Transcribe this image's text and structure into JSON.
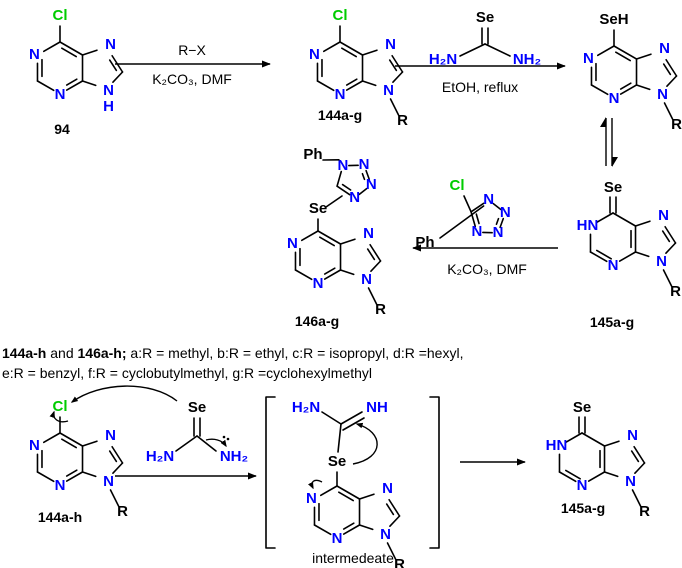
{
  "colors": {
    "nitrogen": "#0000ff",
    "chlorine": "#00cc00",
    "carbon_bond": "#000000",
    "text": "#000000"
  },
  "atoms": {
    "N": "N",
    "H": "H",
    "NH": "NH",
    "R": "R",
    "Cl": "Cl",
    "Se": "Se",
    "SeH": "SeH",
    "H2N": "H₂N",
    "NH2": "NH₂",
    "Ph": "Ph",
    "N_H": "N–H",
    "HN": "HN"
  },
  "labels": {
    "c94": "94",
    "c144ag": "144a-g",
    "c145ag_top": "145a-g",
    "c146ag": "146a-g",
    "c144ah": "144a-h",
    "c145ag_bottom": "145a-g",
    "intermediate": "intermedeate"
  },
  "conditions": {
    "step1_reagent": "R−X",
    "step1_conditions": "K₂CO₃, DMF",
    "step2_conditions": "EtOH, reflux",
    "step3_conditions": "K₂CO₃, DMF"
  },
  "footnote": {
    "bold_a": "144a-h",
    "and": " and ",
    "bold_b": "146a-h;",
    "line1_rest": " a:R = methyl, b:R = ethyl, c:R = isopropyl, d:R =hexyl,",
    "line2": "e:R = benzyl, f:R = cyclobutylmethyl, g:R =cyclohexylmethyl"
  }
}
